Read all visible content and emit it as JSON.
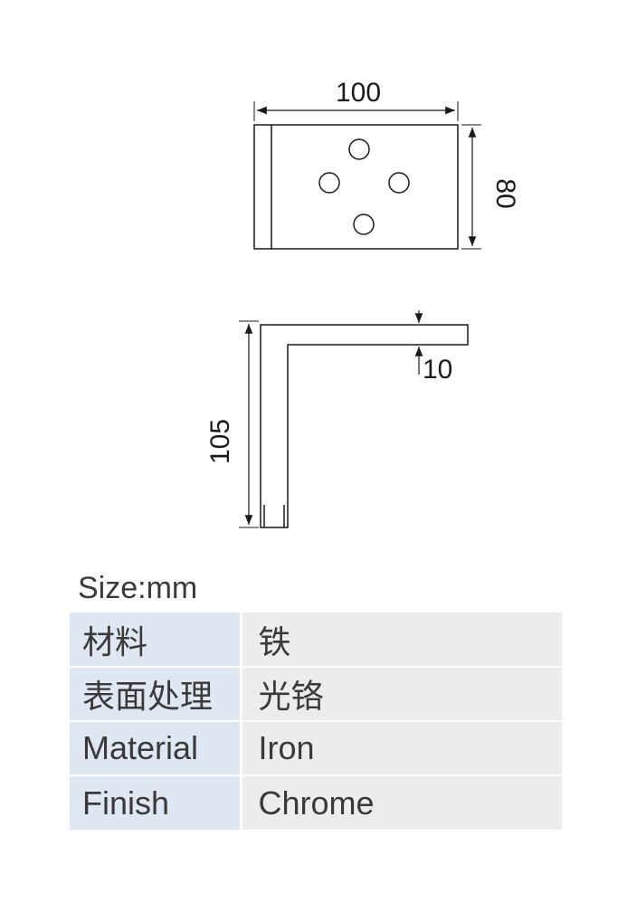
{
  "drawing": {
    "top_view": {
      "width_dim": "100",
      "height_dim": "80"
    },
    "side_view": {
      "height_dim": "105",
      "thickness_dim": "10"
    }
  },
  "size_label": "Size:mm",
  "spec_table": {
    "rows": [
      {
        "key": "材料",
        "value": "铁"
      },
      {
        "key": "表面处理",
        "value": "光铬"
      },
      {
        "key": "Material",
        "value": "Iron"
      },
      {
        "key": "Finish",
        "value": "Chrome"
      }
    ]
  },
  "colors": {
    "key_cell_bg": "#dfe7f3",
    "value_cell_bg": "#ececec",
    "line": "#1a1a1a"
  }
}
